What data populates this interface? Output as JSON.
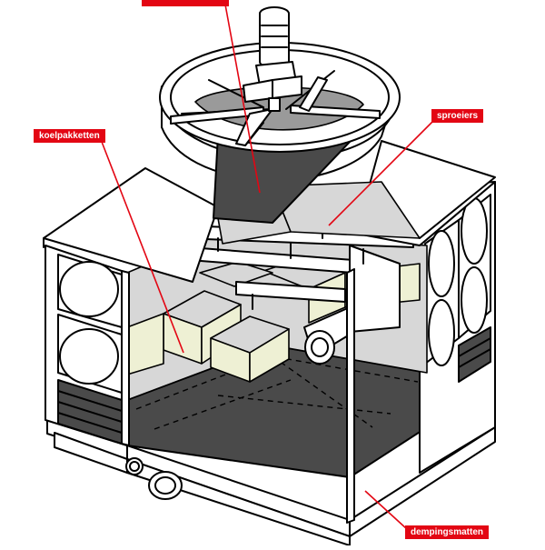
{
  "labels": {
    "top": "",
    "spray": "sproeiers",
    "pack": "koelpakketten",
    "mats": "dempingsmatten"
  },
  "colors": {
    "callout": "#e30613",
    "leader": "#e30613",
    "basin": "#4a4a4a",
    "fill_pack": "#eef0d4",
    "light_gray": "#d7d7d7",
    "mid_gray": "#9a9a9a"
  },
  "icons": {
    "fan": "fan-icon",
    "motor": "motor-icon",
    "pipe": "pipe-icon"
  }
}
